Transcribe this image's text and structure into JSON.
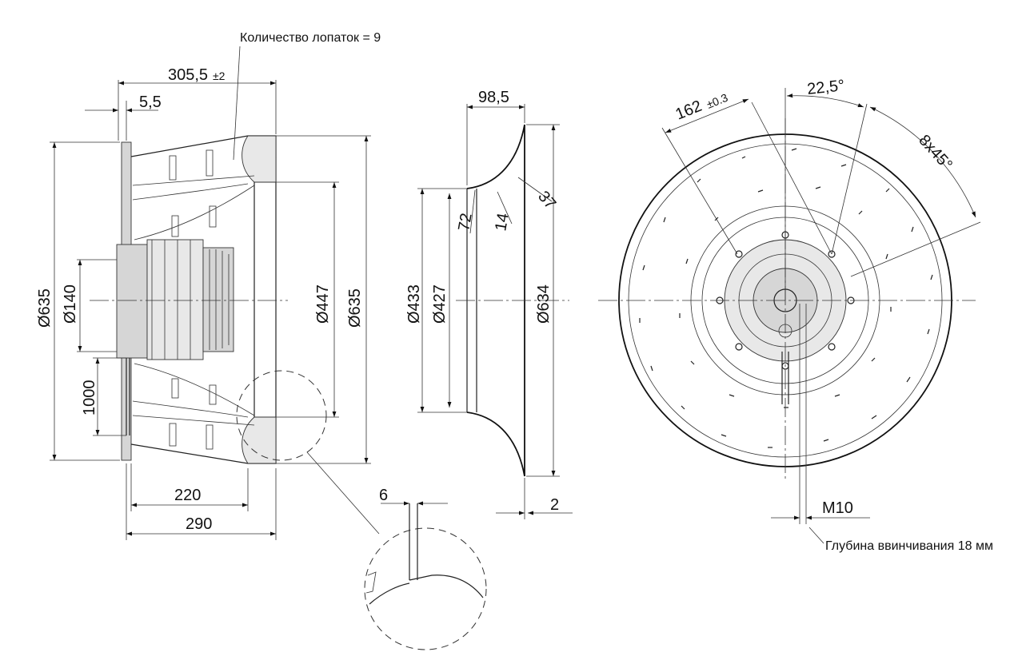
{
  "notes": {
    "blade_count": "Количество лопаток = 9",
    "thread_depth": "Глубина ввинчивания 18 мм"
  },
  "side_view": {
    "overall_length": "305,5",
    "overall_length_tol": "±2",
    "flange_offset": "5,5",
    "diameter_outer": "Ø635",
    "diameter_motor": "Ø140",
    "cable_length": "1000",
    "diameter_inlet": "Ø447",
    "diameter_housing": "Ø635",
    "depth_220": "220",
    "depth_290": "290",
    "detail_gap": "6"
  },
  "nozzle_view": {
    "width": "98,5",
    "d433": "Ø433",
    "d427": "Ø427",
    "d634": "Ø634",
    "dim_72": "72",
    "dim_14": "14",
    "dim_37": "37",
    "thickness": "2"
  },
  "front_view": {
    "bolt_circle": "162",
    "bolt_circle_tol": "±0.3",
    "angle_offset": "22,5°",
    "angle_pattern": "8x45°",
    "thread": "M10"
  }
}
